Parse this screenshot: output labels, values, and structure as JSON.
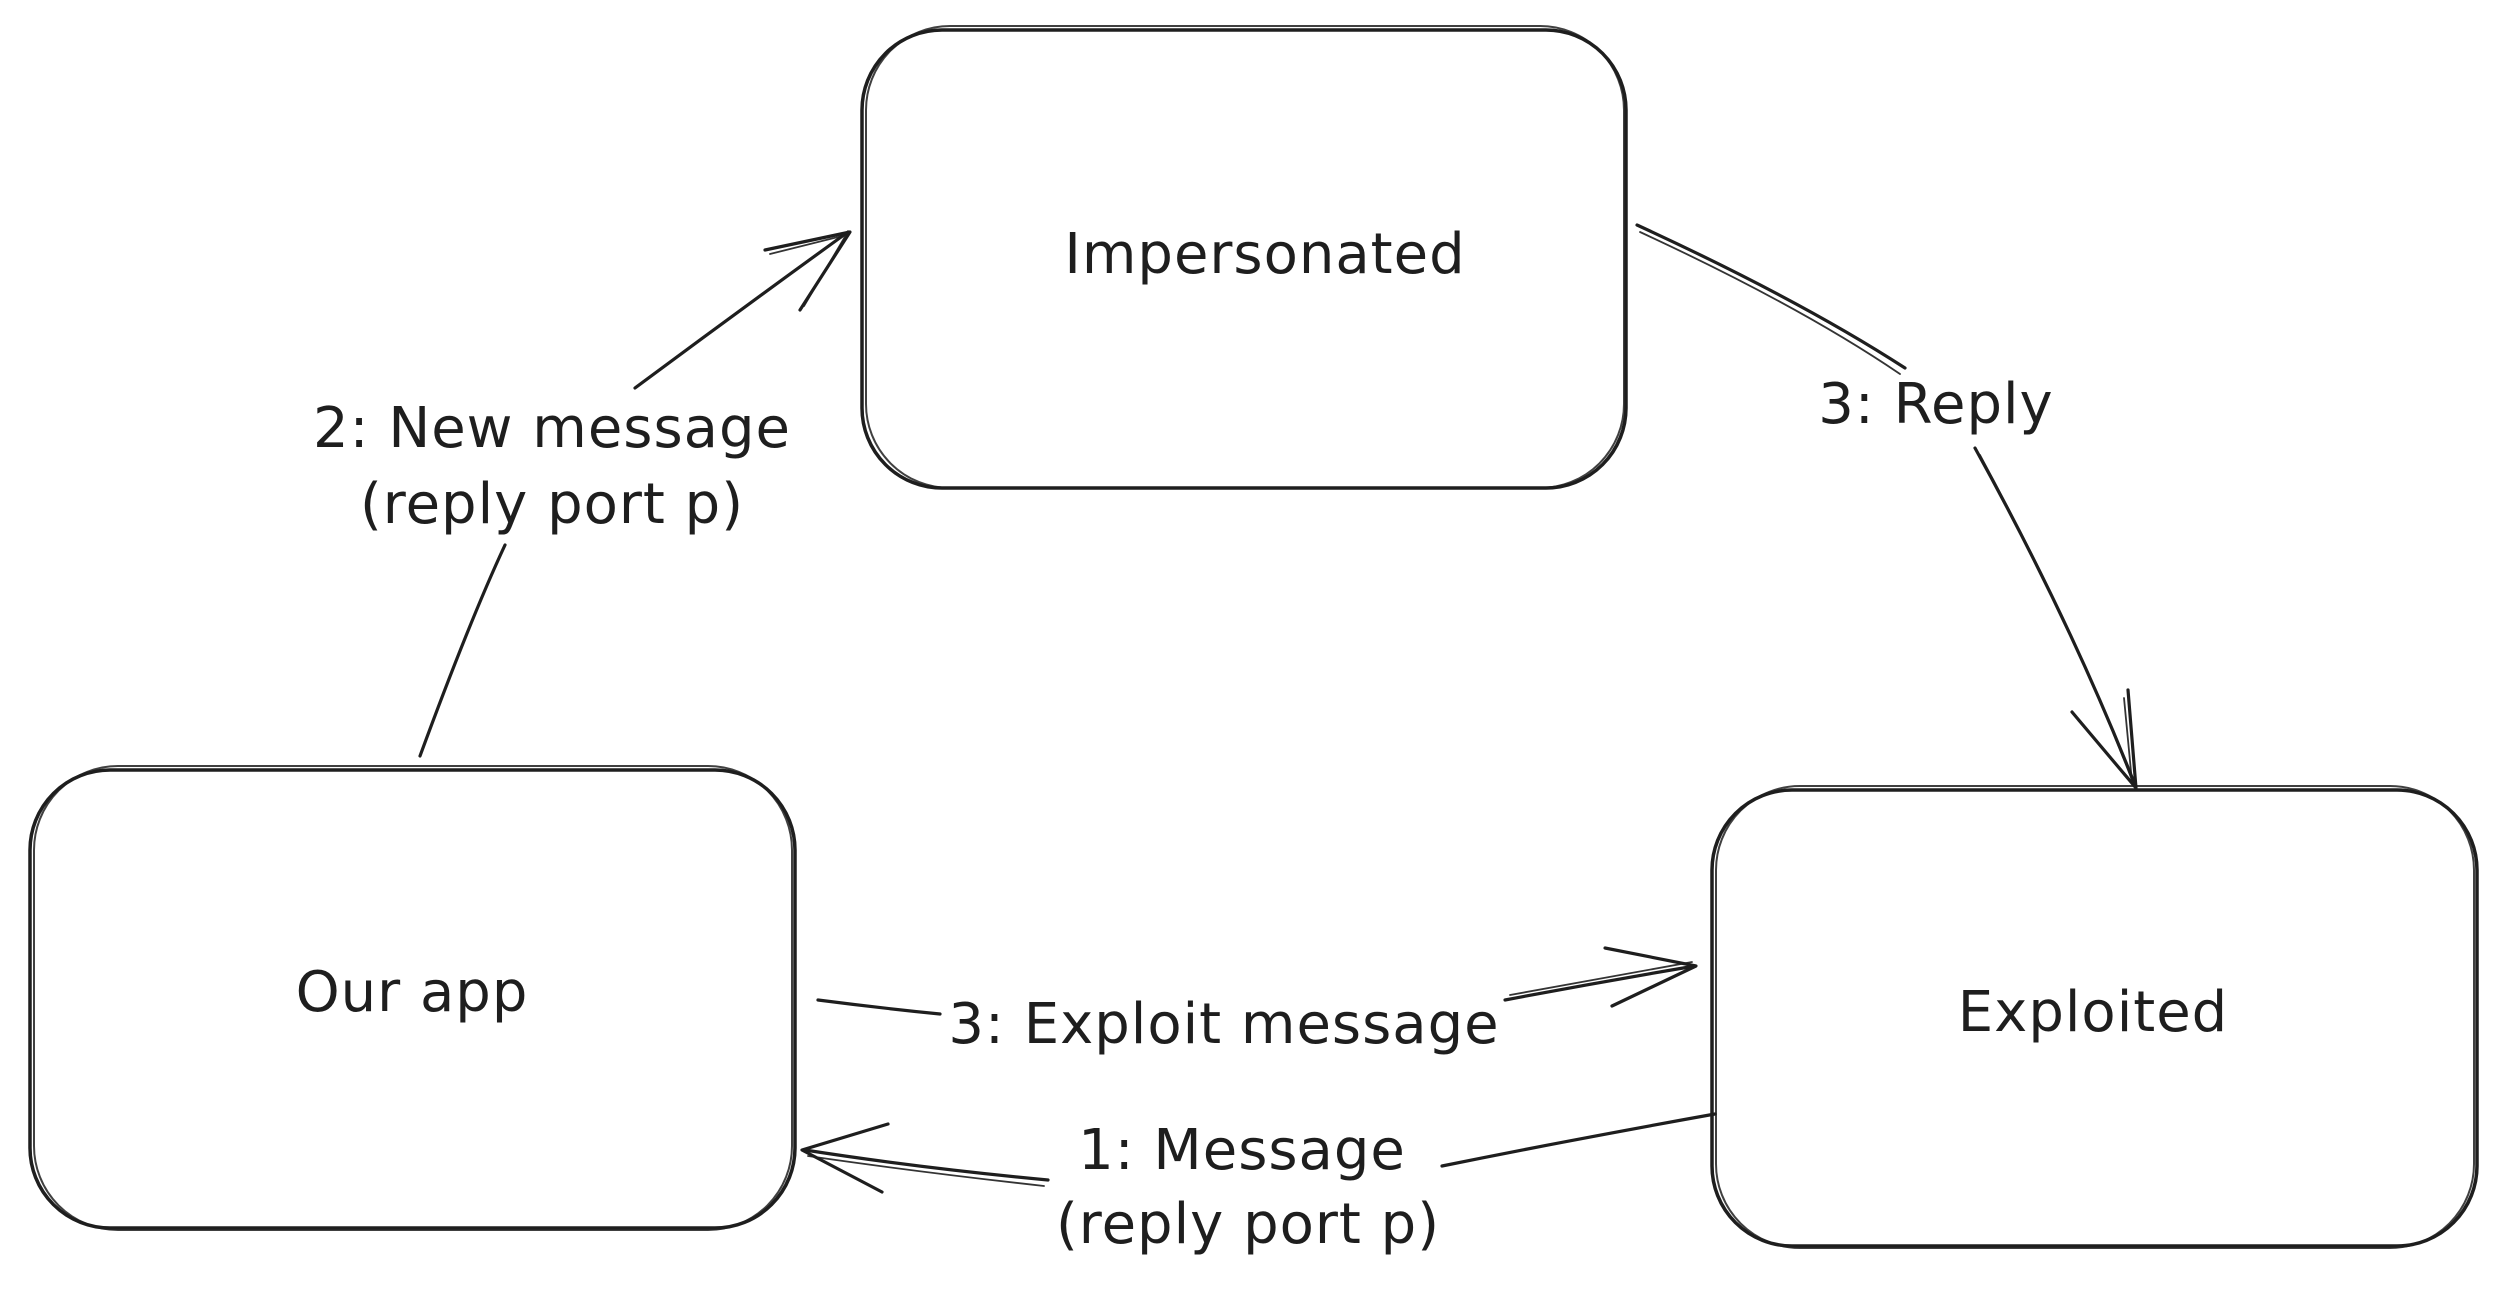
{
  "nodes": {
    "impersonated": {
      "label": "Impersonated"
    },
    "our_app": {
      "label": "Our app"
    },
    "exploited": {
      "label": "Exploited"
    }
  },
  "edges": {
    "new_message": {
      "line1": "2: New message",
      "line2": "(reply port p)"
    },
    "reply": {
      "label": "3: Reply"
    },
    "exploit_message": {
      "label": "3: Exploit message"
    },
    "message": {
      "line1": "1: Message",
      "line2": "(reply port p)"
    }
  },
  "colors": {
    "stroke": "#1e1e1e",
    "background": "#ffffff"
  }
}
